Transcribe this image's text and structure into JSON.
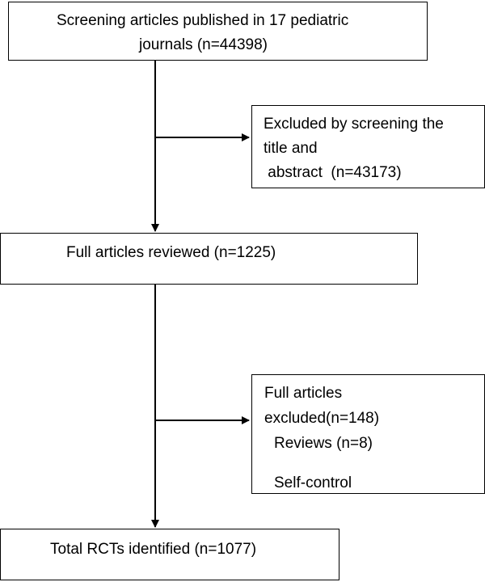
{
  "flowchart": {
    "screening": {
      "line1": "Screening  articles published in 17 pediatric",
      "line2": "journals (n=44398)"
    },
    "excluded_title": {
      "line1": "Excluded by screening the",
      "line2": "title and",
      "line3": " abstract  (n=43173)"
    },
    "full_reviewed": {
      "label": "Full articles reviewed (n=1225)"
    },
    "full_excluded": {
      "line1": "Full articles",
      "line2": "excluded(n=148)",
      "line3": "Reviews (n=8)",
      "line4": "Self-control"
    },
    "total_rcts": {
      "label": "Total RCTs identified (n=1077)"
    }
  }
}
